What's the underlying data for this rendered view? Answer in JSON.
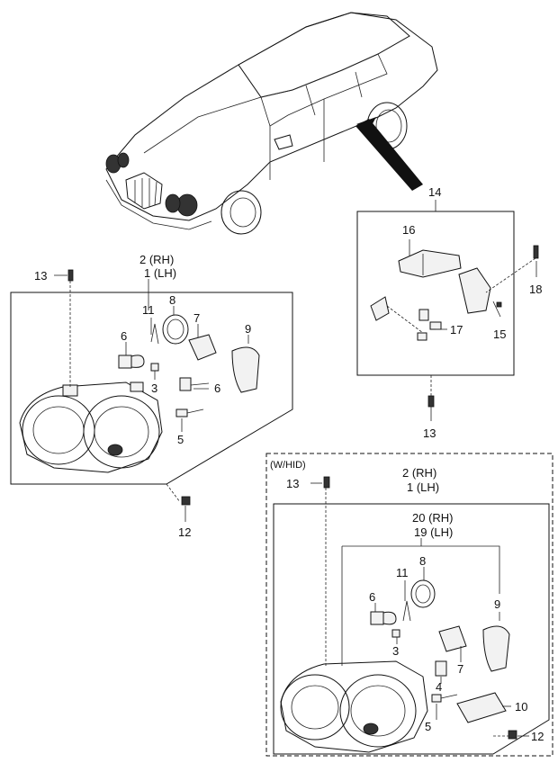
{
  "diagram": {
    "labels": {
      "n1_lh": "1 (LH)",
      "n2_rh": "2 (RH)",
      "n3": "3",
      "n5": "5",
      "n6": "6",
      "n6b": "6",
      "n7": "7",
      "n8": "8",
      "n9": "9",
      "n11": "11",
      "n12": "12",
      "n13": "13",
      "n13b": "13",
      "n14": "14",
      "n15": "15",
      "n16": "16",
      "n17": "17",
      "n18": "18",
      "hid_tag": "(W/HID)",
      "h_n1_lh": "1 (LH)",
      "h_n2_rh": "2 (RH)",
      "h_n3": "3",
      "h_n4": "4",
      "h_n5": "5",
      "h_n6": "6",
      "h_n7": "7",
      "h_n8": "8",
      "h_n9": "9",
      "h_n10": "10",
      "h_n11": "11",
      "h_n12": "12",
      "h_n13": "13",
      "h_n19_lh": "19 (LH)",
      "h_n20_rh": "20 (RH)"
    }
  }
}
